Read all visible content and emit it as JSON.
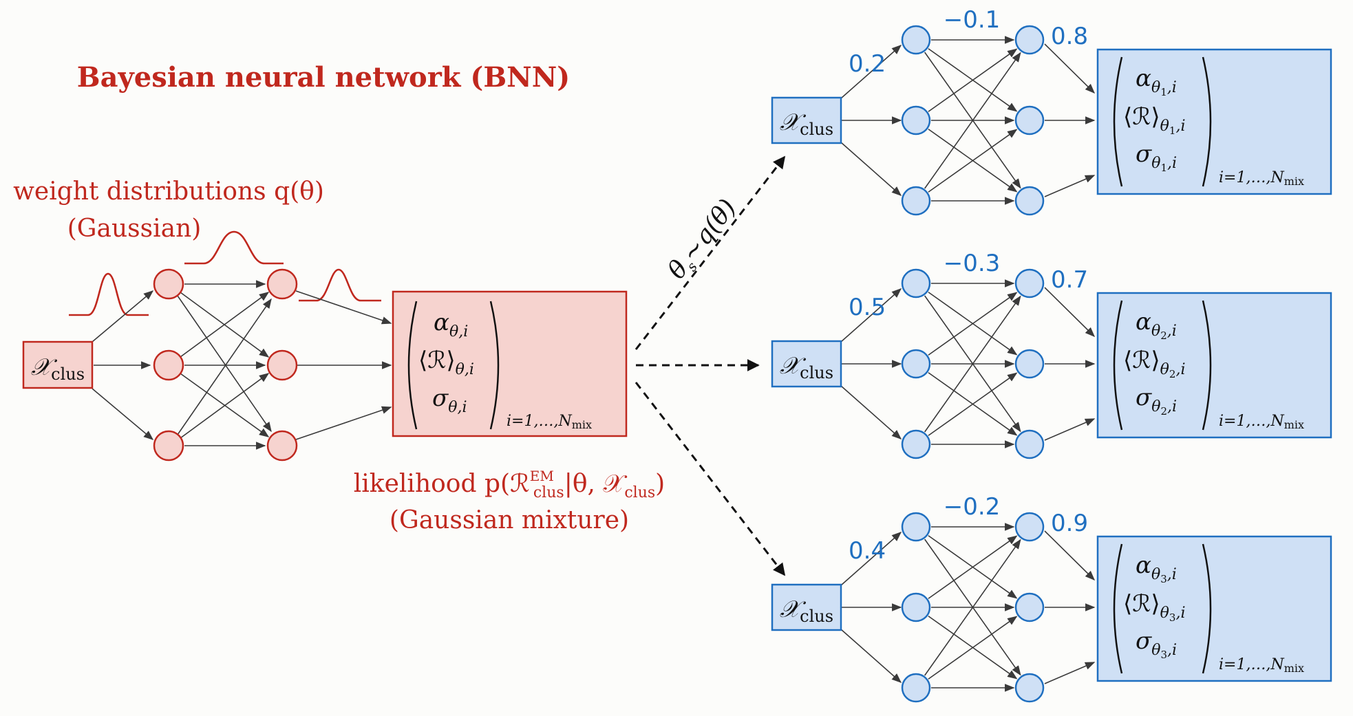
{
  "title": "Bayesian neural network (BNN)",
  "colors": {
    "red": "#c0281e",
    "blue": "#1f6fc0",
    "red_fill": "#f6d3cf",
    "blue_fill": "#cfe0f5"
  },
  "bnn": {
    "input_label": "𝒳",
    "input_sub": "clus",
    "weights_line1": "weight distributions q(θ)",
    "weights_line2": "(Gaussian)",
    "output": {
      "alpha": "α",
      "alpha_sub": "θ,i",
      "R": "⟨ℛ⟩",
      "R_sub": "θ,i",
      "sigma": "σ",
      "sigma_sub": "θ,i",
      "range": "i=1,…,N",
      "range_sub": "mix"
    },
    "likelihood_prefix": "likelihood p(ℛ",
    "likelihood_sup": "EM",
    "likelihood_sub": "clus",
    "likelihood_mid": "|θ, 𝒳",
    "likelihood_sub2": "clus",
    "likelihood_end": ")",
    "likelihood_line2": "(Gaussian mixture)"
  },
  "sampling_label": "θ",
  "sampling_sub": "s",
  "sampling_rest": "∼q(θ)",
  "samples": [
    {
      "w_in": "0.2",
      "w_mid": "−0.1",
      "w_out": "0.8",
      "idx": "1"
    },
    {
      "w_in": "0.5",
      "w_mid": "−0.3",
      "w_out": "0.7",
      "idx": "2"
    },
    {
      "w_in": "0.4",
      "w_mid": "−0.2",
      "w_out": "0.9",
      "idx": "3"
    }
  ]
}
